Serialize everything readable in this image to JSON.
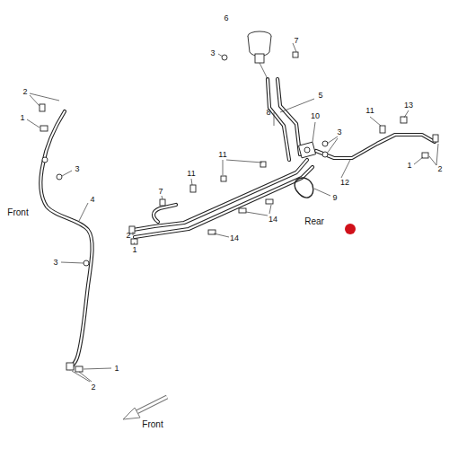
{
  "diagram": {
    "labels": [
      "6",
      "7",
      "3",
      "2",
      "5",
      "13",
      "11",
      "8",
      "1",
      "10",
      "3",
      "2",
      "11",
      "1",
      "3",
      "11",
      "12",
      "7",
      "9",
      "4",
      "Front",
      "14",
      "Rear",
      "2",
      "1",
      "14",
      "3",
      "1",
      "2",
      "Front"
    ]
  }
}
